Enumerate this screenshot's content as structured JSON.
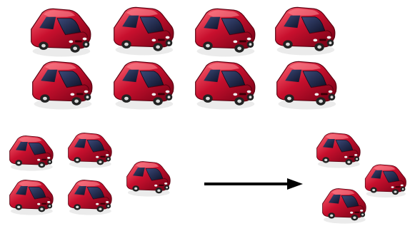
{
  "car_groups": [
    {
      "name": "top-row-1",
      "count": 4
    },
    {
      "name": "top-row-2",
      "count": 4
    },
    {
      "name": "bottom-left",
      "count": 5
    },
    {
      "name": "bottom-right",
      "count": 3
    }
  ],
  "colors": {
    "car_body": "#c8102e",
    "car_body_dark": "#7e0017",
    "car_highlight": "#ff6b78",
    "window": "#1b1f3b",
    "wheel": "#222222",
    "hub": "#d9d9d9",
    "arrow": "#000000",
    "background": "#ffffff"
  }
}
